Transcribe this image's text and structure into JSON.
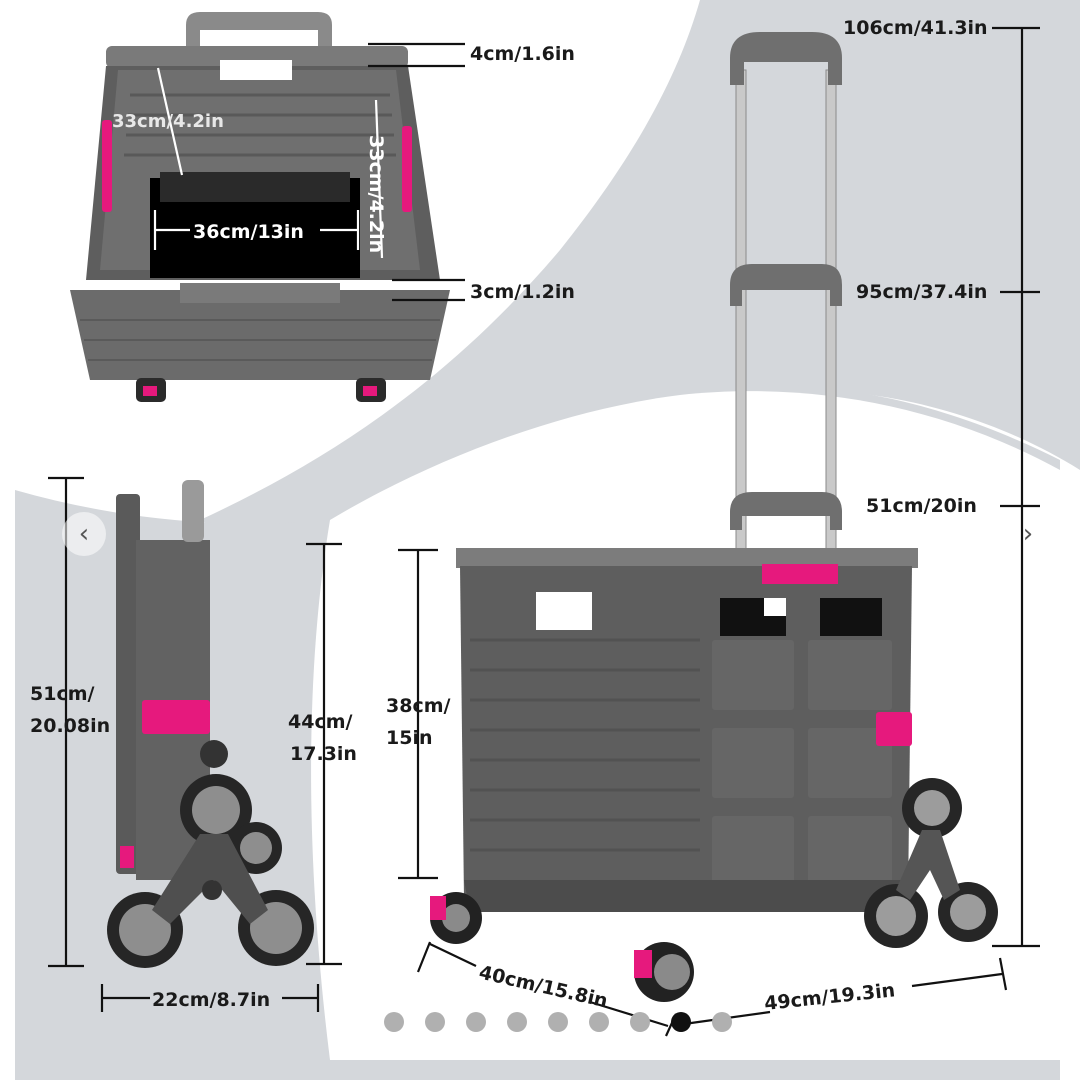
{
  "colors": {
    "accent_pink": "#e6197d",
    "cart_gray": "#6b6b6b",
    "cart_dark": "#4a4a4a",
    "backdrop": "#cfd3d8"
  },
  "top_view": {
    "rim_height": "4cm/1.6in",
    "inner_depth_left": "33cm/4.2in",
    "inner_depth_right": "33cm/4.2in",
    "inner_width": "36cm/13in",
    "bottom_height": "3cm/1.2in"
  },
  "handle_view": {
    "max_height": "106cm/41.3in",
    "mid_height": "95cm/37.4in",
    "min_height": "51cm/20in"
  },
  "folded_view": {
    "total_height_l1": "51cm/",
    "total_height_l2": "20.08in",
    "body_height_l1": "44cm/",
    "body_height_l2": "17.3in",
    "depth": "22cm/8.7in"
  },
  "front_view": {
    "box_height_l1": "38cm/",
    "box_height_l2": "15in",
    "box_depth": "40cm/15.8in",
    "box_width": "49cm/19.3in"
  },
  "carousel": {
    "prev_icon": "‹",
    "next_icon": "›",
    "dot_count": 9,
    "active_index": 7
  }
}
